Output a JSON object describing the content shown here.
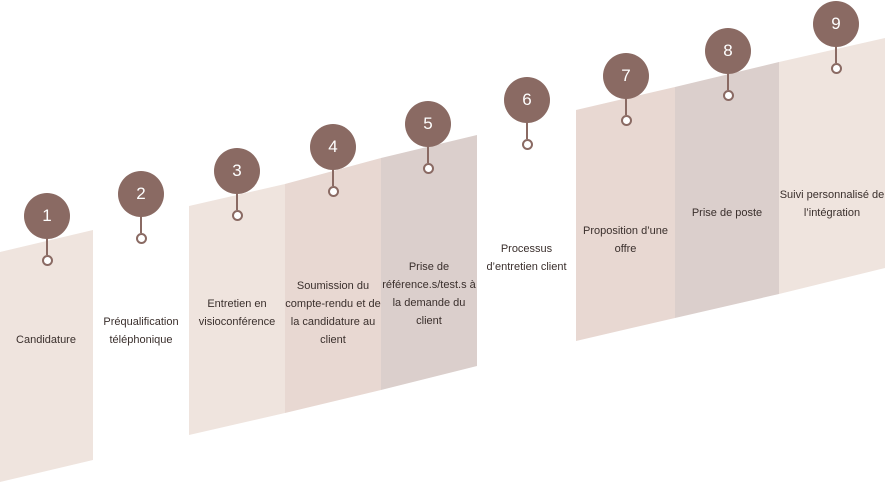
{
  "colors": {
    "badge": "#8a6a63",
    "band_light": "#efe4de",
    "band_mid": "#e8d8d2",
    "band_dark": "#dbcfcc",
    "text": "#3a2f2c"
  },
  "steps": [
    {
      "number": "1",
      "label": "Candidature"
    },
    {
      "number": "2",
      "label": "Préqualification téléphonique"
    },
    {
      "number": "3",
      "label": "Entretien en visioconférence"
    },
    {
      "number": "4",
      "label": "Soumission du compte-rendu et de la candidature au client"
    },
    {
      "number": "5",
      "label": "Prise de référence.s/test.s à la demande du client"
    },
    {
      "number": "6",
      "label": "Processus d’entretien client"
    },
    {
      "number": "7",
      "label": "Proposition d’une offre"
    },
    {
      "number": "8",
      "label": "Prise de poste"
    },
    {
      "number": "9",
      "label": "Suivi personnalisé de l’intégration"
    }
  ]
}
